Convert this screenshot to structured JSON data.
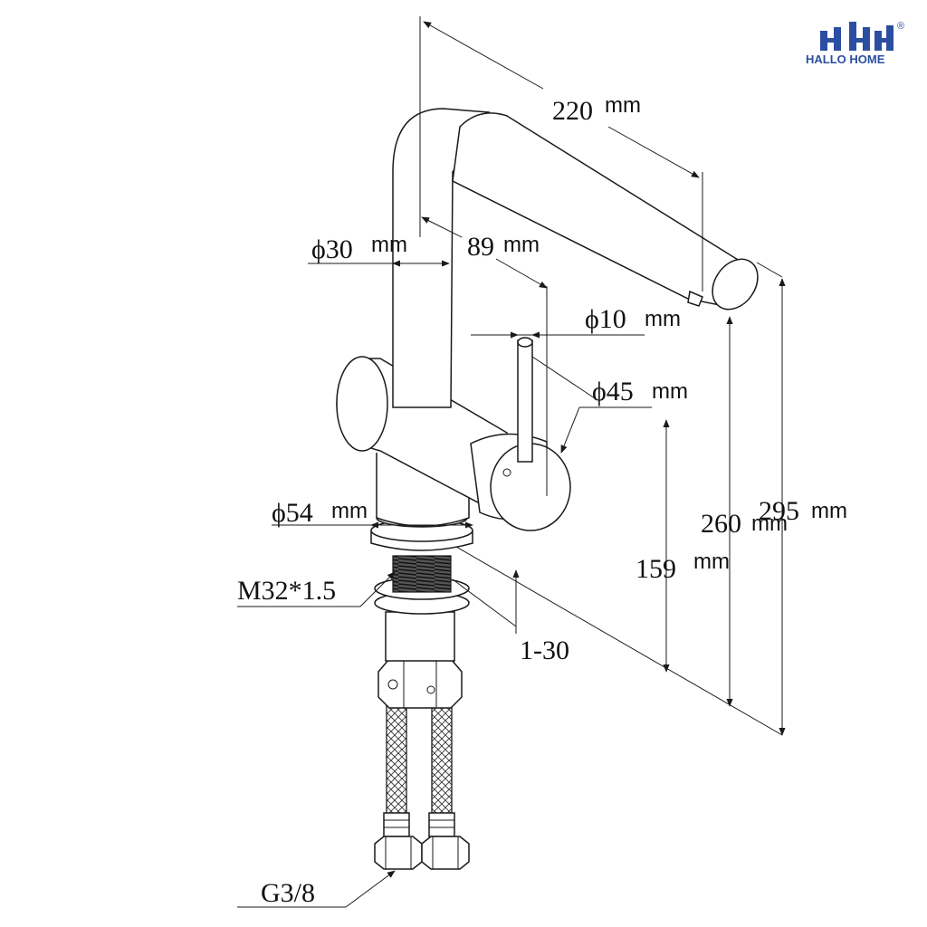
{
  "brand": {
    "name": "HALLO HOME",
    "registered": "®",
    "color": "#2c4ea0"
  },
  "dimensions": {
    "spout_reach": {
      "value": "220",
      "unit": "mm"
    },
    "pipe_diameter": {
      "value": "ϕ30",
      "unit": "mm"
    },
    "spout_offset": {
      "value": "89",
      "unit": "mm"
    },
    "handle_diameter": {
      "value": "ϕ10",
      "unit": "mm"
    },
    "cartridge_diameter": {
      "value": "ϕ45",
      "unit": "mm"
    },
    "base_diameter": {
      "value": "ϕ54",
      "unit": "mm"
    },
    "total_height": {
      "value": "295",
      "unit": "mm"
    },
    "outlet_height": {
      "value": "260",
      "unit": "mm"
    },
    "lever_height": {
      "value": "159",
      "unit": "mm"
    },
    "thread": {
      "value": "M32*1.5"
    },
    "deck_thickness": {
      "value": "1-30"
    },
    "hose_connection": {
      "value": "G3/8"
    }
  }
}
